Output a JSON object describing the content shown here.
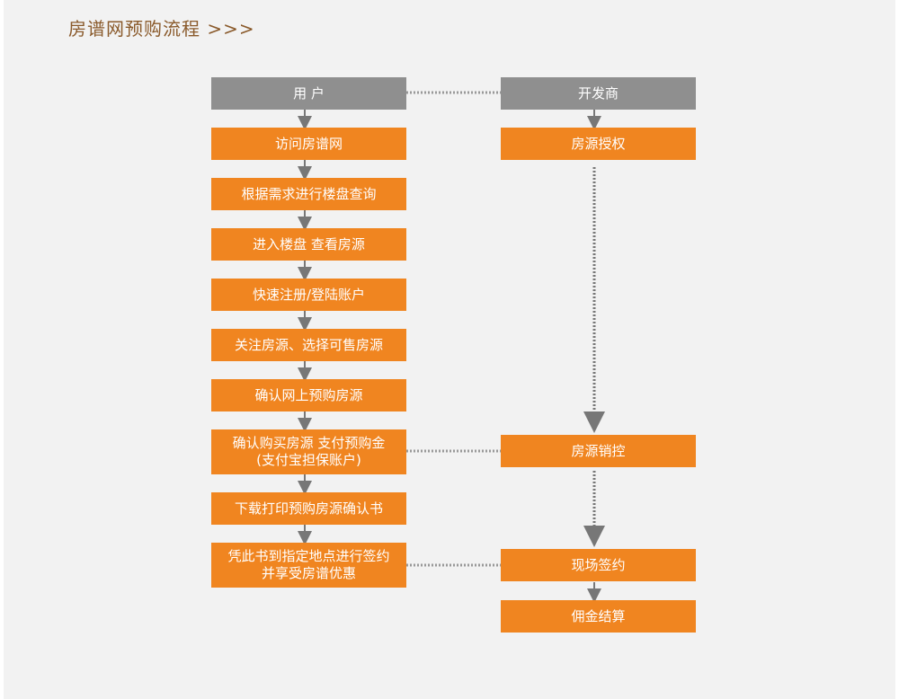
{
  "page": {
    "title": "房谱网预购流程 >>>"
  },
  "flow": {
    "user_column": {
      "header": "用 户",
      "steps": [
        "访问房谱网",
        "根据需求进行楼盘查询",
        "进入楼盘  查看房源",
        "快速注册/登陆账户",
        "关注房源、选择可售房源",
        "确认网上预购房源",
        "确认购买房源   支付预购金\n(支付宝担保账户)",
        "下载打印预购房源确认书",
        "凭此书到指定地点进行签约\n并享受房谱优惠"
      ]
    },
    "developer_column": {
      "header": "开发商",
      "steps": [
        "房源授权",
        "房源销控",
        "现场签约",
        "佣金结算"
      ]
    }
  },
  "colors": {
    "header_fill": "#8f8f8f",
    "step_fill": "#f08520",
    "arrow": "#777777",
    "title_text": "#8a5a2b",
    "background": "#f2f2f2"
  }
}
